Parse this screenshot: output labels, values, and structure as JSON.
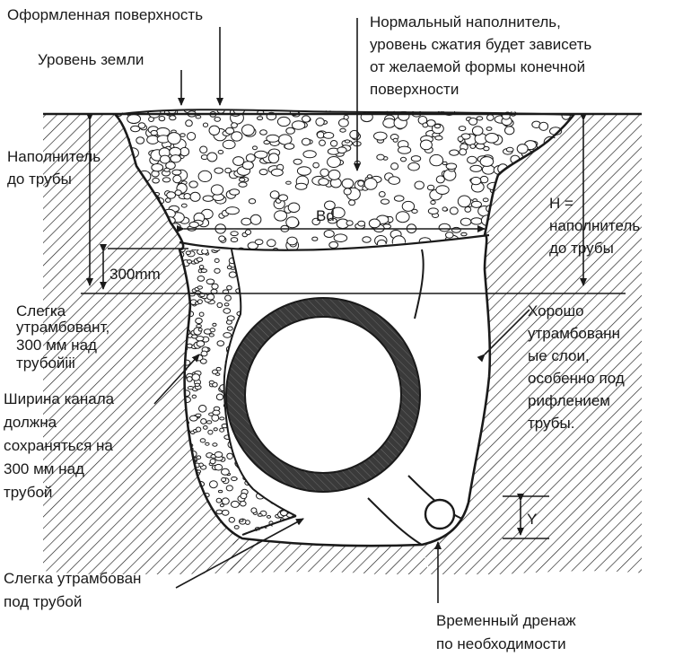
{
  "labels": {
    "finished_surface": "Оформленная поверхность",
    "ground_level": "Уровень земли",
    "normal_fill": [
      "Нормальный наполнитель,",
      "уровень сжатия будет зависеть",
      "от желаемой формы конечной",
      "поверхности"
    ],
    "fill_to_pipe": [
      "Наполнитель",
      "до трубы"
    ],
    "bd": "Bd",
    "h_fill": [
      "H =",
      "наполнитель",
      "до трубы"
    ],
    "dim_300": "300mm",
    "lightly_compacted_above": [
      "Слегка",
      "утрамбовант,",
      "300 мм над",
      "трубойiii"
    ],
    "well_compacted": [
      "Хорошо",
      "утрамбованн",
      "ые слои,",
      "особенно под",
      "рифлением",
      "трубы."
    ],
    "trench_width": [
      "Ширина канала",
      "должна",
      "сохраняться на",
      "300 мм над",
      "трубой"
    ],
    "lightly_compacted_below": [
      "Слегка утрамбован",
      "под трубой"
    ],
    "y_dim": "Y",
    "temp_drain": [
      "Временный дренаж",
      "по необходимости"
    ]
  },
  "colors": {
    "ink": "#1a1a1a",
    "pipe_wall": "#3a3a3a",
    "background": "#ffffff"
  }
}
